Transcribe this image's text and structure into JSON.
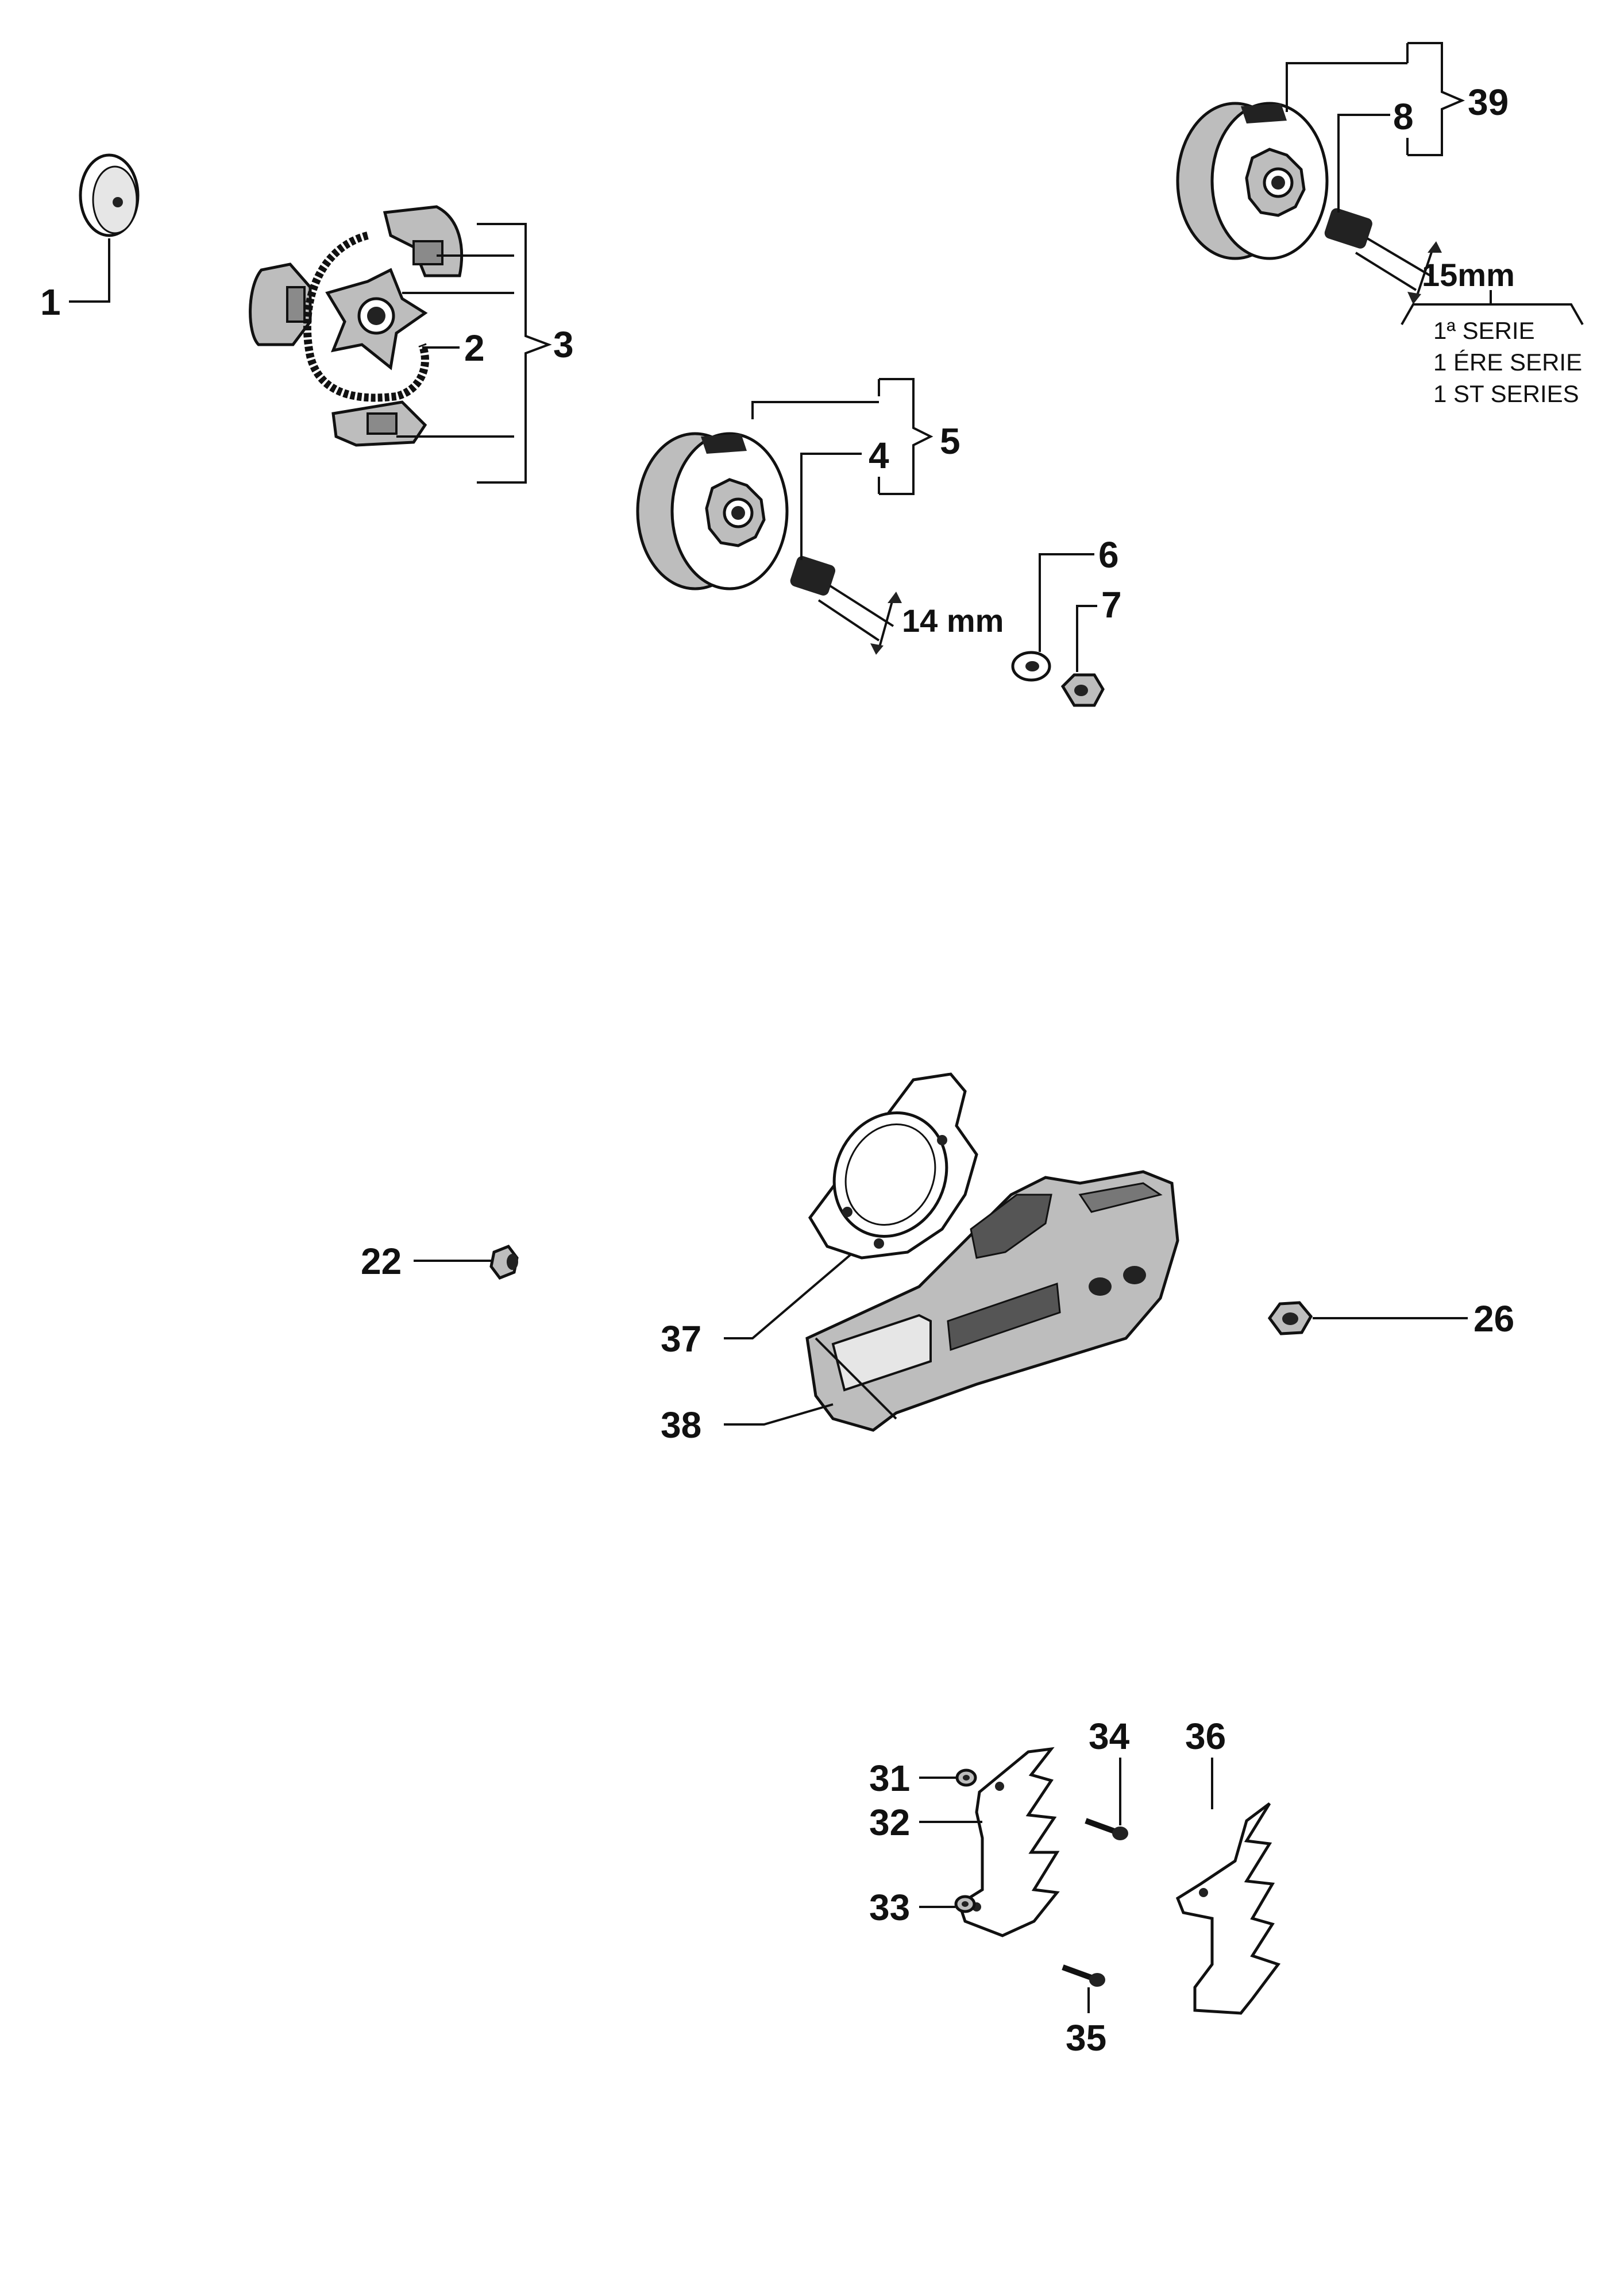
{
  "callouts": {
    "c1": "1",
    "c2": "2",
    "c3": "3",
    "c4": "4",
    "c5": "5",
    "c6": "6",
    "c7": "7",
    "c8": "8",
    "c22": "22",
    "c26": "26",
    "c31": "31",
    "c32": "32",
    "c33": "33",
    "c34": "34",
    "c35": "35",
    "c36": "36",
    "c37": "37",
    "c38": "38",
    "c39": "39"
  },
  "dimensions": {
    "bearing_small": "14 mm",
    "bearing_large": "15mm"
  },
  "series_note": {
    "line1": "1ª SERIE",
    "line2": "1 ÉRE SERIE",
    "line3": "1 ST SERIES"
  },
  "colors": {
    "ink": "#111111",
    "paper": "#ffffff",
    "shading": "#bdbdbd"
  }
}
